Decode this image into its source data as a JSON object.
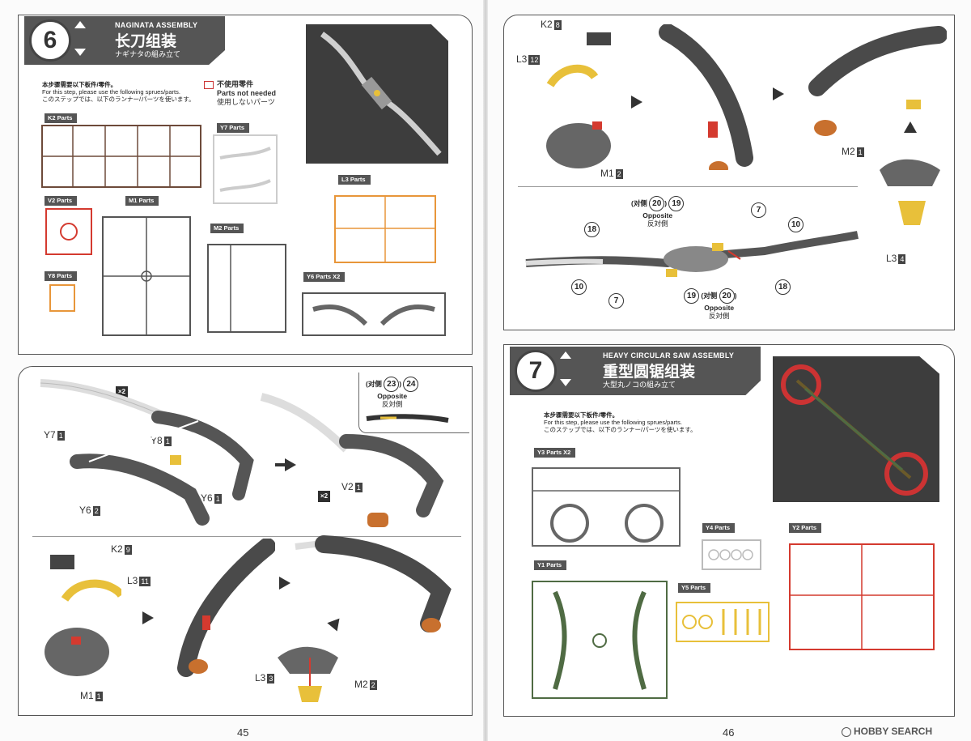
{
  "colors": {
    "panel_dark": "#555555",
    "red": "#d43a2f",
    "orange": "#e8963a",
    "yellow": "#e8c03a",
    "green": "#4f6b43",
    "light_gray": "#bbbbbb"
  },
  "step6": {
    "number": "6",
    "title_en": "NAGINATA ASSEMBLY",
    "title_cn": "长刀组装",
    "title_jp": "ナギナタの組み立て",
    "sprue_note_cn": "本步骤需要以下板件/零件。",
    "sprue_note_en": "For this step, please use the following sprues/parts.",
    "sprue_note_jp": "このステップでは、以下のランナー/パーツを使います。",
    "unused_cn": "不使用零件",
    "unused_en": "Parts not needed",
    "unused_jp": "使用しないパーツ",
    "sprues": [
      "K2 Parts",
      "Y7 Parts",
      "V2 Parts",
      "M1 Parts",
      "L3 Parts",
      "Y8 Parts",
      "M2 Parts",
      "Y6 Parts X2"
    ]
  },
  "assembly_left_top": {
    "multiplier": "×2",
    "multiplier2": "×2",
    "parts": [
      {
        "name": "Y7",
        "num": "1"
      },
      {
        "name": "Y8",
        "num": "1"
      },
      {
        "name": "Y6",
        "num": "2"
      },
      {
        "name": "Y6",
        "num": "1"
      },
      {
        "name": "V2",
        "num": "1"
      }
    ],
    "sticker_opposite_cn": "(对侧",
    "sticker_23": "23",
    "sticker_24": "24",
    "opposite_en": "Opposite",
    "opposite_jp": "反対側"
  },
  "assembly_left_bottom": {
    "parts": [
      {
        "name": "K2",
        "num": "9"
      },
      {
        "name": "L3",
        "num": "11"
      },
      {
        "name": "M1",
        "num": "1"
      },
      {
        "name": "L3",
        "num": "3"
      },
      {
        "name": "M2",
        "num": "2"
      }
    ]
  },
  "assembly_right_top": {
    "parts": [
      {
        "name": "K2",
        "num": "8"
      },
      {
        "name": "L3",
        "num": "12"
      },
      {
        "name": "M1",
        "num": "2"
      },
      {
        "name": "M2",
        "num": "1"
      },
      {
        "name": "L3",
        "num": "4"
      }
    ],
    "stickers": {
      "s18": "18",
      "s10": "10",
      "s7": "7",
      "s19": "19",
      "s20": "20",
      "opposite_cn": "(对侧",
      "opposite_en": "Opposite",
      "opposite_jp": "反対側"
    }
  },
  "step7": {
    "number": "7",
    "title_en": "HEAVY CIRCULAR SAW ASSEMBLY",
    "title_cn": "重型圆锯组装",
    "title_jp": "大型丸ノコの組み立て",
    "sprue_note_cn": "本步骤需要以下板件/零件。",
    "sprue_note_en": "For this step, please use the following sprues/parts.",
    "sprue_note_jp": "このステップでは、以下のランナー/パーツを使います。",
    "sprues": [
      "Y3 Parts X2",
      "Y4 Parts",
      "Y2 Parts",
      "Y1 Parts",
      "Y5 Parts"
    ]
  },
  "pages": {
    "left": "45",
    "right": "46"
  },
  "watermark": "HOBBY SEARCH"
}
